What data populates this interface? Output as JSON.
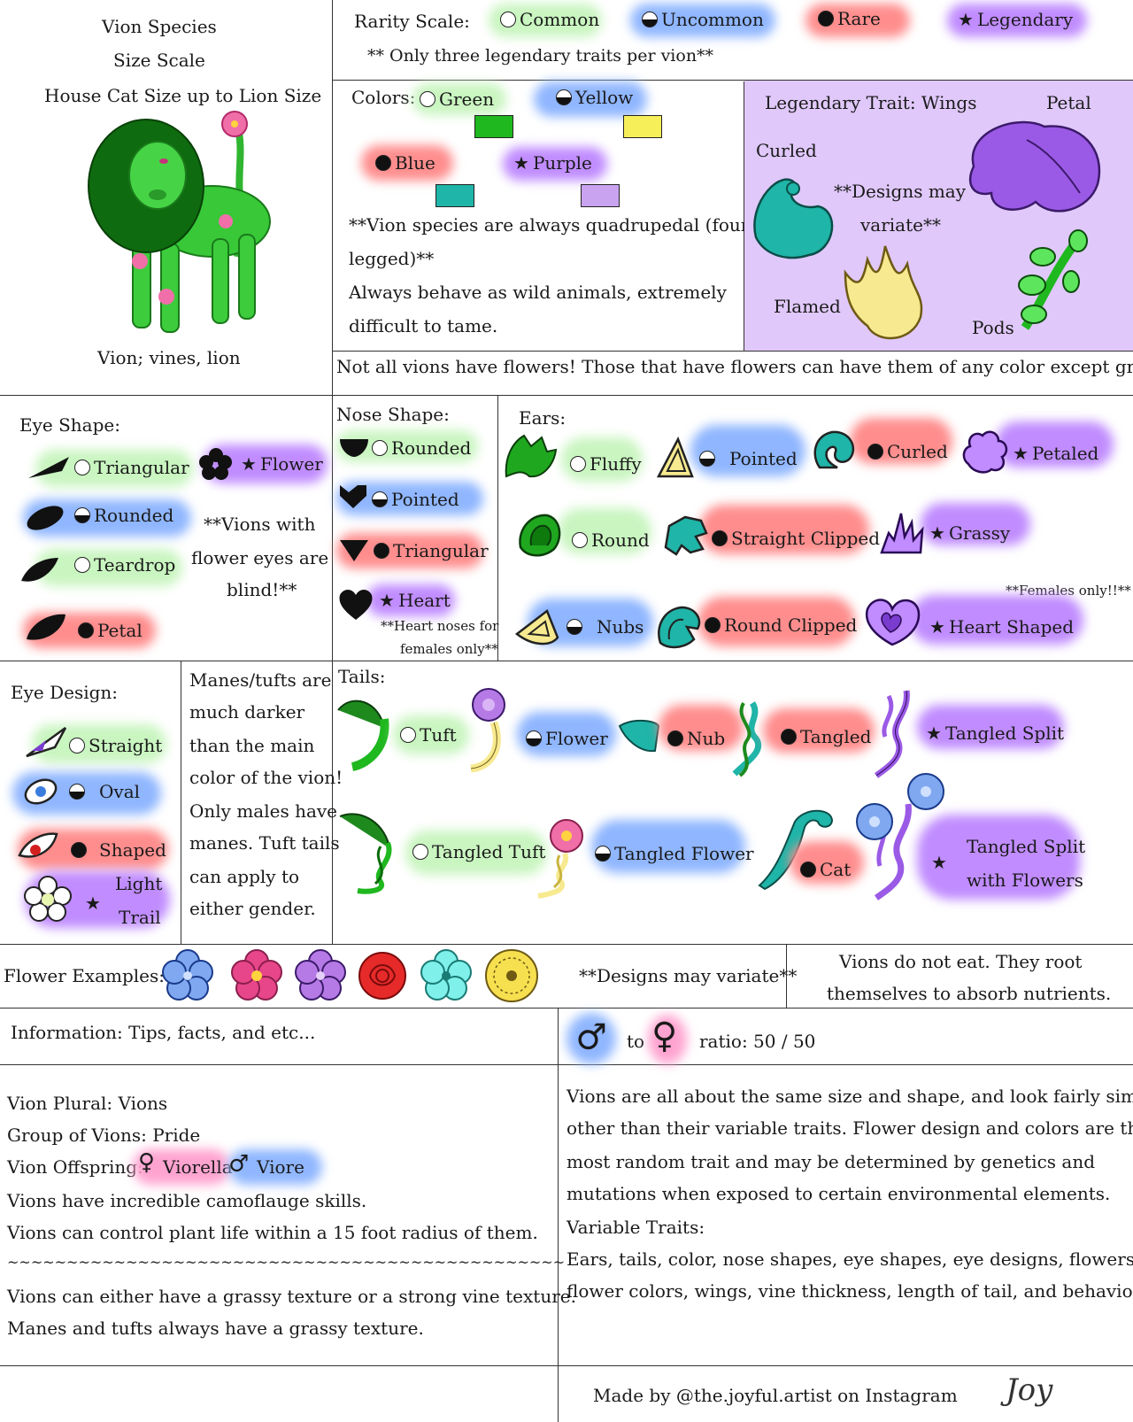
{
  "species": {
    "title": "Vion Species",
    "subtitle": "Size Scale",
    "size": "House Cat Size up to Lion Size",
    "caption": "Vion; vines, lion"
  },
  "rarity": {
    "label": "Rarity Scale:",
    "common": "Common",
    "uncommon": "Uncommon",
    "rare": "Rare",
    "legendary": "Legendary",
    "note": "** Only three legendary traits per vion**"
  },
  "colors": {
    "label": "Colors:",
    "green": "Green",
    "yellow": "Yellow",
    "blue": "Blue",
    "purple": "Purple",
    "swatches": {
      "green": "#1fb81f",
      "yellow": "#f7ef5a",
      "blue": "#1fb5a8",
      "purple": "#c9a3f0"
    },
    "note1": "**Vion species are always quadrupedal (four",
    "note2": "legged)**",
    "note3": "Always behave as wild animals, extremely",
    "note4": "difficult to tame."
  },
  "wings": {
    "title": "Legendary Trait: Wings",
    "petal": "Petal",
    "curled": "Curled",
    "designs1": "**Designs may",
    "designs2": "variate**",
    "flamed": "Flamed",
    "pods": "Pods"
  },
  "flowers_note": "Not all vions have flowers!  Those that have flowers can have them of any color except green.",
  "eye_shape": {
    "label": "Eye Shape:",
    "triangular": "Triangular",
    "flower": "Flower",
    "rounded": "Rounded",
    "teardrop": "Teardrop",
    "petal": "Petal",
    "note1": "**Vions with",
    "note2": "flower eyes are",
    "note3": "blind!**"
  },
  "nose_shape": {
    "label": "Nose Shape:",
    "rounded": "Rounded",
    "pointed": "Pointed",
    "triangular": "Triangular",
    "heart": "Heart",
    "note1": "**Heart noses for",
    "note2": "females only**"
  },
  "ears": {
    "label": "Ears:",
    "fluffy": "Fluffy",
    "pointed": "Pointed",
    "curled": "Curled",
    "petaled": "Petaled",
    "round": "Round",
    "straight_clipped": "Straight Clipped",
    "grassy": "Grassy",
    "females_note": "**Females only!!**",
    "nubs": "Nubs",
    "round_clipped": "Round Clipped",
    "heart_shaped": "Heart Shaped"
  },
  "eye_design": {
    "label": "Eye Design:",
    "straight": "Straight",
    "oval": "Oval",
    "shaped": "Shaped",
    "light": "Light",
    "trail": "Trail"
  },
  "manes": {
    "l1": "Manes/tufts are",
    "l2": "much darker",
    "l3": "than the main",
    "l4": "color of the vion!",
    "l5": "Only males have",
    "l6": "manes.  Tuft tails",
    "l7": "can apply to",
    "l8": "either gender."
  },
  "tails": {
    "label": "Tails:",
    "tuft": "Tuft",
    "flower": "Flower",
    "nub": "Nub",
    "tangled": "Tangled",
    "tangled_split": "Tangled Split",
    "tangled_tuft": "Tangled Tuft",
    "tangled_flower": "Tangled Flower",
    "cat": "Cat",
    "tsf1": "Tangled Split",
    "tsf2": "with Flowers"
  },
  "flower_examples": {
    "label": "Flower Examples:",
    "note": "**Designs may variate**",
    "eat1": "Vions do not eat.  They root",
    "eat2": "themselves to absorb nutrients."
  },
  "info": {
    "title": "Information: Tips, facts, and etc...",
    "to": "to",
    "ratio": "ratio:  50  / 50",
    "plural": "Vion Plural: Vions",
    "group": "Group of Vions: Pride",
    "offspring": "Vion Offspring:",
    "viorella": "Viorella",
    "viore": "Viore",
    "camo": "Vions have incredible camoflauge skills.",
    "control": "Vions can control plant life within a 15 foot radius of them.",
    "divider": "~~~~~~~~~~~~~~~~~~~~~~~~~~~~~~~~~~~~~~~~~~~~~~~",
    "texture": "Vions can either have a grassy texture or a strong vine texture.",
    "manes": "Manes and tufts always have a grassy texture.",
    "r1": "Vions are all about the same size and shape, and look fairly similar",
    "r2": "other than their variable traits.  Flower design and colors are the",
    "r3": "most random trait and may be determined by genetics and",
    "r4": "mutations when exposed to certain environmental elements.",
    "r5": "Variable Traits:",
    "r6": "Ears, tails, color, nose shapes, eye shapes, eye designs, flowers,",
    "r7": "flower colors, wings, vine thickness, length of tail, and behaviour.",
    "credit": "Made by @the.joyful.artist on Instagram",
    "signature": "Joy"
  }
}
